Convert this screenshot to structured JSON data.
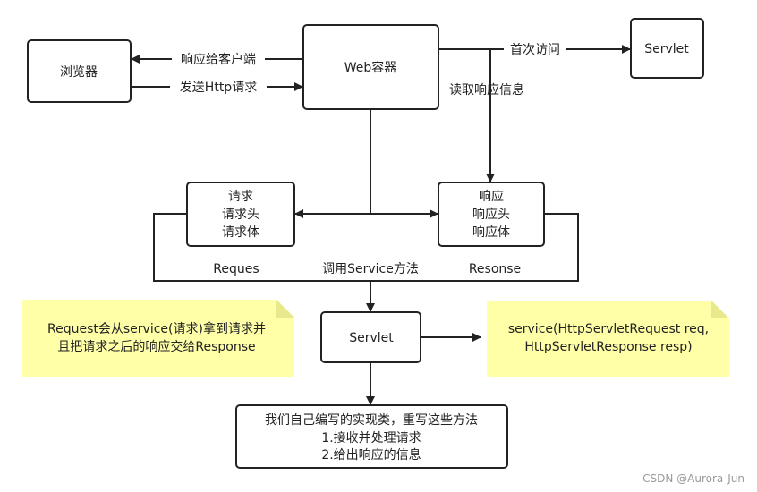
{
  "nodes": {
    "browser": "浏览器",
    "web_container": "Web容器",
    "servlet_top": "Servlet",
    "request_box": [
      "请求",
      "请求头",
      "请求体"
    ],
    "response_box": [
      "响应",
      "响应头",
      "响应体"
    ],
    "servlet_mid": "Servlet",
    "impl_box": [
      "我们自己编写的实现类，重写这些方法",
      "1.接收并处理请求",
      "2.给出响应的信息"
    ]
  },
  "edges": {
    "to_client": "响应给客户端",
    "send_http": "发送Http请求",
    "first_visit": "首次访问",
    "read_response": "读取响应信息",
    "reques": "Reques",
    "call_service": "调用Service方法",
    "resonse": "Resonse"
  },
  "notes": {
    "left": [
      "Request会从service(请求)拿到请求并",
      "且把请求之后的响应交给Response"
    ],
    "right": [
      "service(HttpServletRequest req,",
      "HttpServletResponse resp)"
    ]
  },
  "watermark": "CSDN @Aurora-Jun",
  "colors": {
    "stroke": "#222222",
    "note_fill": "#ffffa8",
    "note_fold": "#e8e88c"
  }
}
